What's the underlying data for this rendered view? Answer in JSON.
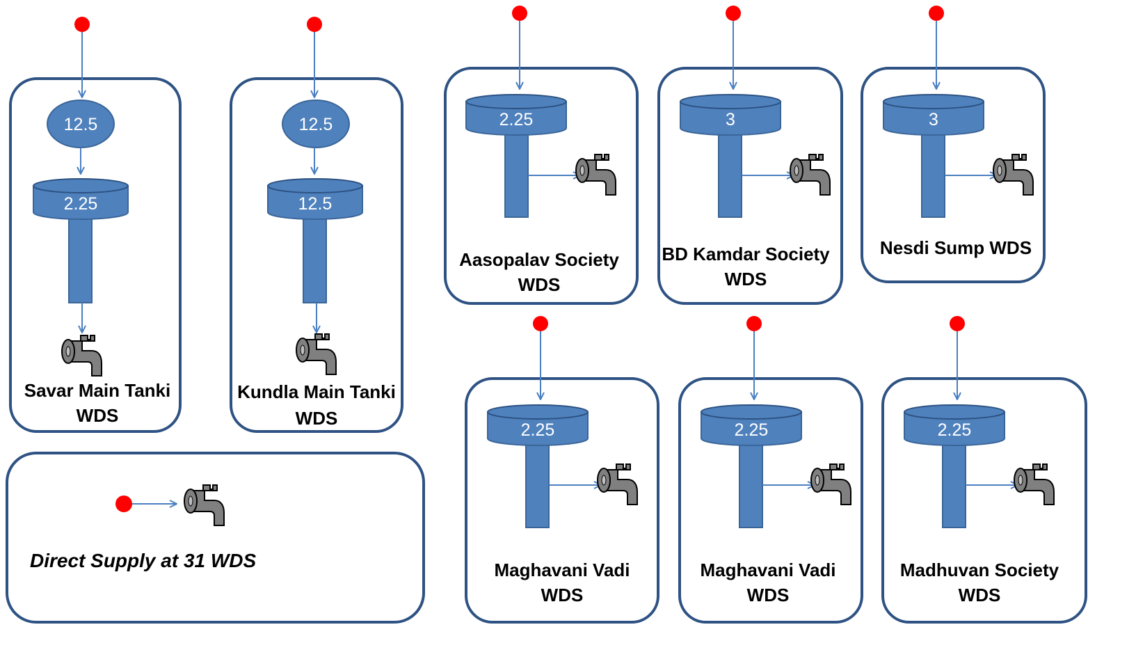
{
  "systems": [
    {
      "id": "savar",
      "sump_capacity": "12.5",
      "tank_capacity": "2.25",
      "label_line1": "Savar Main Tanki",
      "label_line2": "WDS"
    },
    {
      "id": "kundla",
      "sump_capacity": "12.5",
      "tank_capacity": "12.5",
      "label_line1": "Kundla Main Tanki",
      "label_line2": "WDS"
    },
    {
      "id": "aasopalav",
      "tank_capacity": "2.25",
      "label_line1": "Aasopalav Society",
      "label_line2": "WDS"
    },
    {
      "id": "bdkamdar",
      "tank_capacity": "3",
      "label_line1": "BD Kamdar Society",
      "label_line2": "WDS"
    },
    {
      "id": "nesdi",
      "tank_capacity": "3",
      "label_line1": "Nesdi Sump WDS"
    },
    {
      "id": "maghavani1",
      "tank_capacity": "2.25",
      "label_line1": "Maghavani Vadi",
      "label_line2": "WDS"
    },
    {
      "id": "maghavani2",
      "tank_capacity": "2.25",
      "label_line1": "Maghavani Vadi",
      "label_line2": "WDS"
    },
    {
      "id": "madhuvan",
      "tank_capacity": "2.25",
      "label_line1": "Madhuvan Society",
      "label_line2": "WDS"
    }
  ],
  "direct_supply": {
    "label": "Direct Supply at 31 WDS"
  },
  "colors": {
    "box_stroke": "#2e5283",
    "tank_fill": "#4f81bd",
    "arrow": "#4a7fc1",
    "source_node": "#ff0000",
    "tap": "#808080"
  },
  "icons": {
    "source": "red-dot-icon",
    "tap": "water-tap-icon"
  }
}
